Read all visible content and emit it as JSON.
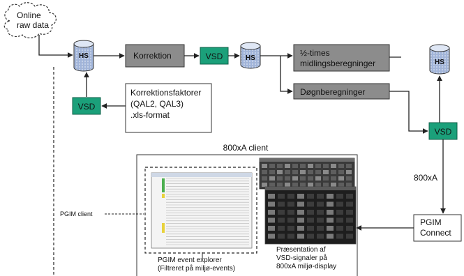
{
  "cloud": {
    "line1": "Online",
    "line2": "raw data"
  },
  "hs_label": "HS",
  "vsd_label": "VSD",
  "korrektion": "Korrektion",
  "faktorer": {
    "line1": "Korrektionsfaktorer",
    "line2": "(QAL2, QAL3)",
    "line3": ".xls-format"
  },
  "midling": {
    "line1": "½-times",
    "line2": "midlingsberegninger"
  },
  "dogn": "Døgnberegninger",
  "client_title": "800xA client",
  "link_label": "800xA",
  "pgim_connect": {
    "line1": "PGIM",
    "line2": "Connect"
  },
  "pgim_client": "PGIM client",
  "event_explorer": {
    "line1": "PGIM event explorer",
    "line2": "(Filtreret på miljø-events)"
  },
  "presentation": {
    "line1": "Præsentation af",
    "line2": "VSD-signaler på",
    "line3": "800xA miljø-display"
  },
  "colors": {
    "vsd_fill": "#1ba07a",
    "box_fill": "#8c8c8c",
    "hs_fill": "#b9c9e6",
    "arrow": "#222222"
  }
}
